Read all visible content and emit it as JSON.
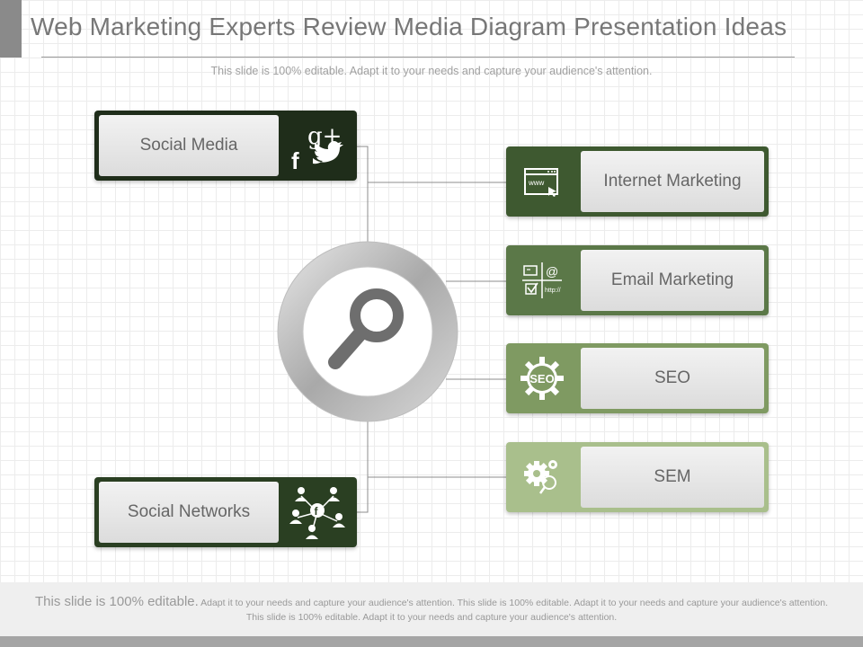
{
  "slide": {
    "title": "Web Marketing Experts Review Media Diagram Presentation Ideas",
    "subtitle": "This slide is 100% editable. Adapt it to your needs and capture your audience's attention."
  },
  "diagram": {
    "center_icon": "magnifier-icon",
    "left_items": [
      {
        "label": "Social Media",
        "icon": "social-media-icon",
        "color": "#1f2d1a"
      },
      {
        "label": "Social Networks",
        "icon": "social-network-icon",
        "color": "#2a3f22"
      }
    ],
    "right_items": [
      {
        "label": "Internet Marketing",
        "icon": "www-browser-icon",
        "color": "#3e5930"
      },
      {
        "label": "Email Marketing",
        "icon": "email-marketing-icon",
        "color": "#5b7848"
      },
      {
        "label": "SEO",
        "icon": "seo-gear-icon",
        "color": "#7f9a62"
      },
      {
        "label": "SEM",
        "icon": "gears-search-icon",
        "color": "#a9bf8c"
      }
    ]
  },
  "footer": {
    "lead": "This slide is 100% editable.",
    "text": "Adapt it to your needs and capture your audience's attention. This slide is 100% editable. Adapt it to your needs and capture your audience's attention. This slide is 100% editable. Adapt it to your needs and capture your audience's attention."
  }
}
